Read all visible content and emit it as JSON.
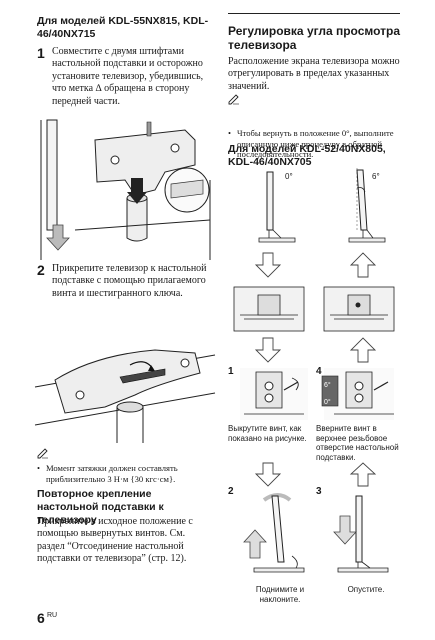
{
  "left": {
    "models_heading_1": "Для моделей KDL-55NX815, KDL-46/40NX715",
    "step1_num": "1",
    "step1_text": "Совместите с двумя штифтами настольной подставки и осторожно установите телевизор, убедившись, что метка ∆ обращена в сторону передней части.",
    "step2_num": "2",
    "step2_text": "Прикрепите телевизор к настольной подставке с помощью прилагаемого винта и шестигранного ключа.",
    "note_icon": "note-pencil-icon",
    "note_bullet": "Момент затяжки должен составлять приблизительно 3 Н·м {30 кгс·см}.",
    "reattach_heading": "Повторное крепление настольной подставки к телевизору",
    "reattach_text": "Прикрепите в исходное положение с помощью вывернутых винтов. См. раздел “Отсоединение настольной подставки от телевизора” (стр. 12)."
  },
  "right": {
    "angle_heading": "Регулировка угла просмотра телевизора",
    "angle_text": "Расположение экрана телевизора можно отрегулировать в пределах указанных значений.",
    "note_icon": "note-pencil-icon",
    "angle_note": "Чтобы вернуть в положение 0°, выполните описанную ниже процедуру в обратной последовательности.",
    "models_heading_2": "Для моделей KDL-52/40NX805, KDL-46/40NX705",
    "angle_0": "0°",
    "angle_6": "6°",
    "step1_label": "1",
    "step4_label": "4",
    "inset_6": "6°",
    "inset_0": "0°",
    "caption_1": "Выкрутите винт, как показано на рисунке.",
    "caption_4": "Вверните винт в верхнее резьбовое отверстие настольной подставки.",
    "step2_label": "2",
    "step3_label": "3",
    "caption_2": "Поднимите и наклоните.",
    "caption_3": "Опустите."
  },
  "footer": {
    "page_number": "6",
    "lang": "RU"
  }
}
